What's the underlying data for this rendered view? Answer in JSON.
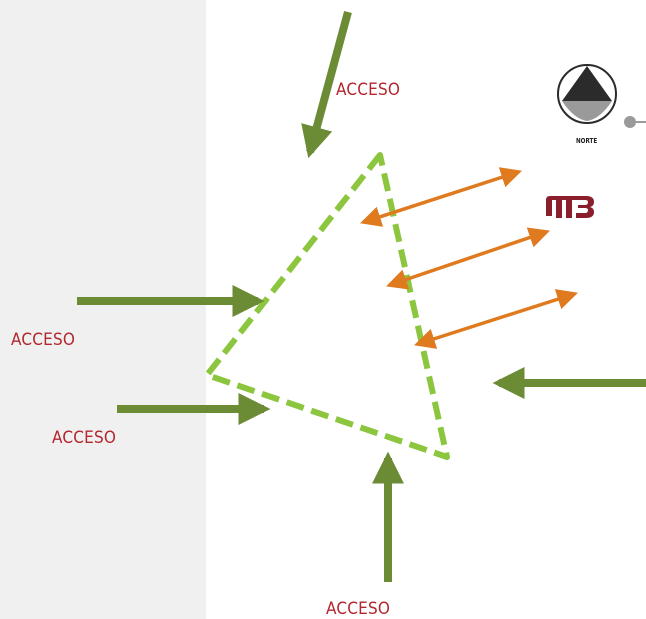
{
  "labels": {
    "acceso_top": "ACCESO",
    "acceso_left_upper": "ACCESO",
    "acceso_left_lower": "ACCESO",
    "acceso_bottom": "ACCESO"
  },
  "north_arrow": {
    "label": "NORTE",
    "icon": "north-arrow-icon"
  },
  "metro_logo": {
    "icon": "metro-logo-icon"
  },
  "colors": {
    "access_arrow": "#6b8b35",
    "site_outline": "#8cc63f",
    "double_arrow": "#e07a1f",
    "label_text": "#b3262e",
    "left_band": "#f0f0f0",
    "metro_logo": "#8a1e2b"
  }
}
